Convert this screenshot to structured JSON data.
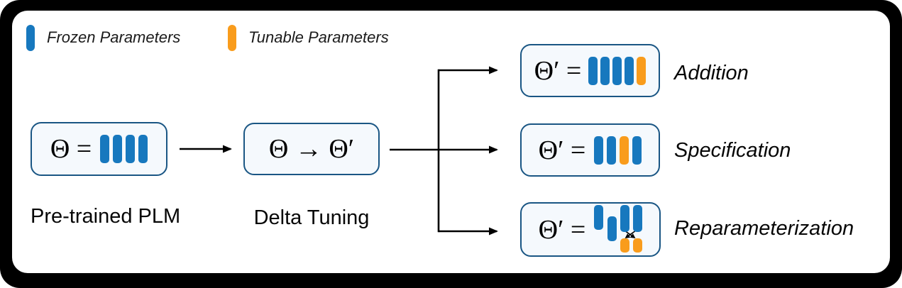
{
  "colors": {
    "frozen": "#1778BE",
    "tunable": "#F99C1C",
    "box_border": "#1A5684",
    "box_fill": "#F5F9FD",
    "arrow": "#000000"
  },
  "legend": {
    "frozen": {
      "label": "Frozen Parameters"
    },
    "tunable": {
      "label": "Tunable Parameters"
    }
  },
  "nodes": {
    "pretrained": {
      "formula_lhs": "Θ =",
      "bars": [
        "frozen",
        "frozen",
        "frozen",
        "frozen"
      ],
      "label": "Pre-trained PLM"
    },
    "delta": {
      "formula": "Θ → Θ′",
      "label": "Delta Tuning"
    },
    "addition": {
      "formula_lhs": "Θ′ =",
      "bars": [
        "frozen",
        "frozen",
        "frozen",
        "frozen",
        "tunable"
      ],
      "label": "Addition"
    },
    "specification": {
      "formula_lhs": "Θ′ =",
      "bars": [
        "frozen",
        "frozen",
        "tunable",
        "frozen"
      ],
      "label": "Specification"
    },
    "reparameterization": {
      "formula_lhs": "Θ′ =",
      "cluster": {
        "mid_bars": [
          "frozen",
          "frozen"
        ],
        "top_bars": [
          "frozen",
          "frozen"
        ],
        "bottom_bars": [
          "tunable",
          "tunable"
        ]
      },
      "label": "Reparameterization"
    }
  }
}
